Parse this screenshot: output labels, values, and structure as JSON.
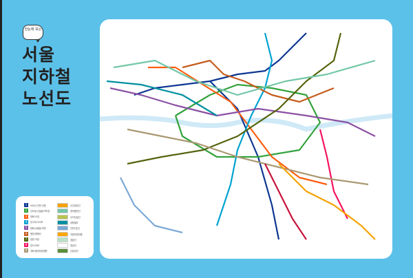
{
  "header": {
    "bubble": "한눈에 보는",
    "title_lines": [
      "서울",
      "지하철",
      "노선도"
    ]
  },
  "legend": {
    "left": [
      {
        "num": "1",
        "label": "소요산-인천·신창",
        "color": "#0d3692"
      },
      {
        "num": "2",
        "label": "신도림-신설동/까치산",
        "color": "#33a23d"
      },
      {
        "num": "3",
        "label": "대화-오금",
        "color": "#fe5d10"
      },
      {
        "num": "4",
        "label": "당고개-오이도",
        "color": "#00a2d1"
      },
      {
        "num": "5",
        "label": "방화-상일동·마천",
        "color": "#8b50a4"
      },
      {
        "num": "6",
        "label": "응암-봉화산",
        "color": "#c55c1d"
      },
      {
        "num": "7",
        "label": "장암-석남",
        "color": "#54640d"
      },
      {
        "num": "8",
        "label": "암사-모란",
        "color": "#f51361"
      },
      {
        "num": "9",
        "label": "개화-중앙보훈병원",
        "color": "#aa9872"
      }
    ],
    "right": [
      {
        "label": "수인분당선",
        "color": "#f5a200"
      },
      {
        "label": "경의중앙선",
        "color": "#72c7a6"
      },
      {
        "label": "우이신설선",
        "color": "#b7c452"
      },
      {
        "label": "공항철도",
        "color": "#0090a0"
      },
      {
        "label": "인천1호선",
        "color": "#7ca8d5"
      },
      {
        "label": "의정부경전철",
        "color": "#fda600"
      },
      {
        "label": "경춘선",
        "color": "#b7e3c6"
      },
      {
        "label": "경강선",
        "color": "#ffffff"
      },
      {
        "label": "신분당선",
        "color": "#5b8f3a"
      }
    ]
  },
  "map": {
    "lines": [
      {
        "name": "line-1",
        "color": "#0d3692"
      },
      {
        "name": "line-2",
        "color": "#33a23d"
      },
      {
        "name": "line-3",
        "color": "#fe5d10"
      },
      {
        "name": "line-4",
        "color": "#00a2d1"
      },
      {
        "name": "line-5",
        "color": "#8b50a4"
      },
      {
        "name": "line-6",
        "color": "#c55c1d"
      },
      {
        "name": "line-7",
        "color": "#54640d"
      },
      {
        "name": "line-8",
        "color": "#f51361"
      },
      {
        "name": "line-9",
        "color": "#aa9872"
      },
      {
        "name": "suin-bundang",
        "color": "#f5a200"
      },
      {
        "name": "gyeongui-jungang",
        "color": "#72c7a6"
      },
      {
        "name": "airport",
        "color": "#0090a0"
      },
      {
        "name": "incheon-1",
        "color": "#7ca8d5"
      },
      {
        "name": "shinbundang",
        "color": "#c6123a"
      }
    ]
  }
}
